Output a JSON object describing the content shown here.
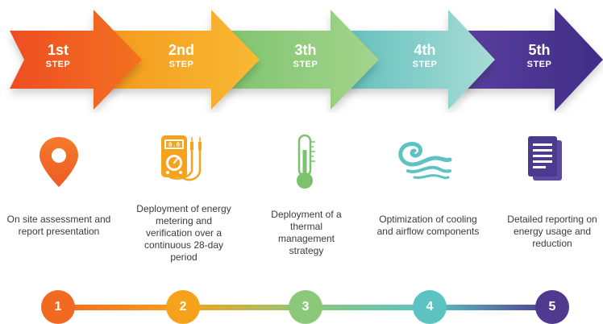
{
  "steps": [
    {
      "ordinal": "1st",
      "word": "STEP",
      "icon": "location-pin-icon",
      "description": "On site assessment and report presentation",
      "number": "1",
      "color": "#f26a22"
    },
    {
      "ordinal": "2nd",
      "word": "STEP",
      "icon": "multimeter-icon",
      "description": "Deployment of energy metering and verification over a continuous 28-day period",
      "number": "2",
      "color": "#f6a21b"
    },
    {
      "ordinal": "3th",
      "word": "STEP",
      "icon": "thermometer-icon",
      "description": "Deployment of a thermal management strategy",
      "number": "3",
      "color": "#8cc87a"
    },
    {
      "ordinal": "4th",
      "word": "STEP",
      "icon": "airflow-wind-icon",
      "description": "Optimization of cooling and airflow components",
      "number": "4",
      "color": "#5cc3c2"
    },
    {
      "ordinal": "5th",
      "word": "STEP",
      "icon": "document-report-icon",
      "description": "Detailed reporting on energy usage and reduction",
      "number": "5",
      "color": "#4f3a8f"
    }
  ]
}
